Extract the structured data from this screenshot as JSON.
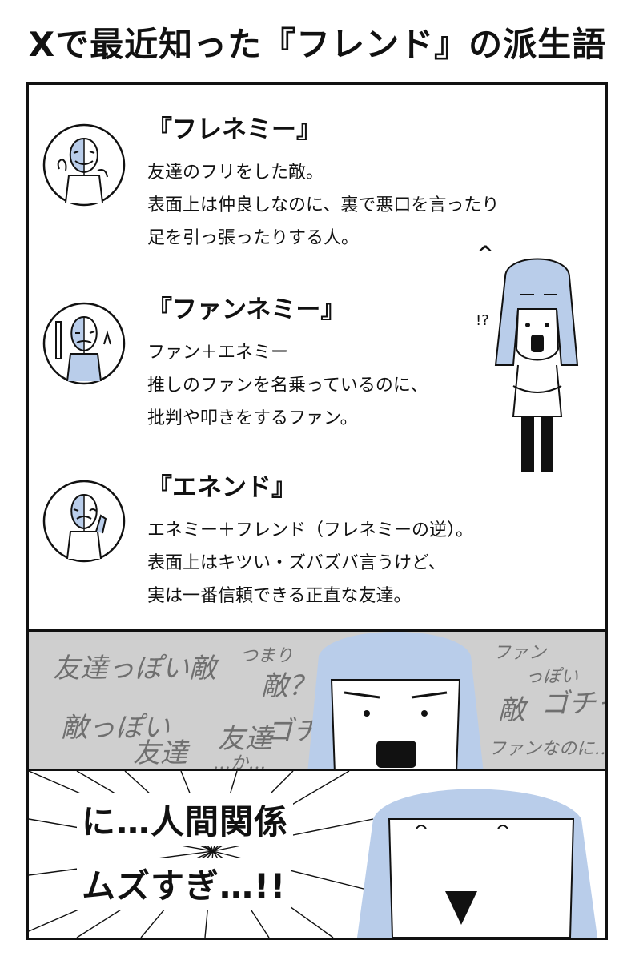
{
  "title": "Xで最近知った『フレンド』の派生語",
  "terms": [
    {
      "title": "『フレネミー』",
      "lines": [
        "友達のフリをした敵。",
        "表面上は仲良しなのに、裏で悪口を言ったり",
        "足を引っ張ったりする人。"
      ]
    },
    {
      "title": "『ファンネミー』",
      "lines": [
        "ファン＋エネミー",
        "推しのファンを名乗っているのに、",
        "批判や叩きをするファン。"
      ]
    },
    {
      "title": "『エネンド』",
      "lines": [
        "エネミー＋フレンド（フレネミーの逆）。",
        "表面上はキツい・ズバズバ言うけど、",
        "実は一番信頼できる正直な友達。"
      ]
    }
  ],
  "panel1_sfx": {
    "mark": "^",
    "exclaim": "!?"
  },
  "panel2": {
    "scrawl_a": "友達っぽい敵",
    "scrawl_b": "つまり",
    "scrawl_c": "敵？",
    "scrawl_d": "敵っぽい",
    "scrawl_e": "友達",
    "scrawl_f": "友達",
    "scrawl_g": "…か…",
    "scrawl_h": "ゴチャ",
    "scrawl_i": "ファン",
    "scrawl_j": "っぽい",
    "scrawl_k": "敵",
    "scrawl_l": "ゴチャ",
    "scrawl_m": "ファンなのに…"
  },
  "panel3": {
    "line1": "に…人間関係",
    "line2": "ムズすぎ…!!"
  },
  "colors": {
    "hair": "#b9cdea",
    "ink": "#111111",
    "panel2_bg": "#cfcfcf"
  }
}
